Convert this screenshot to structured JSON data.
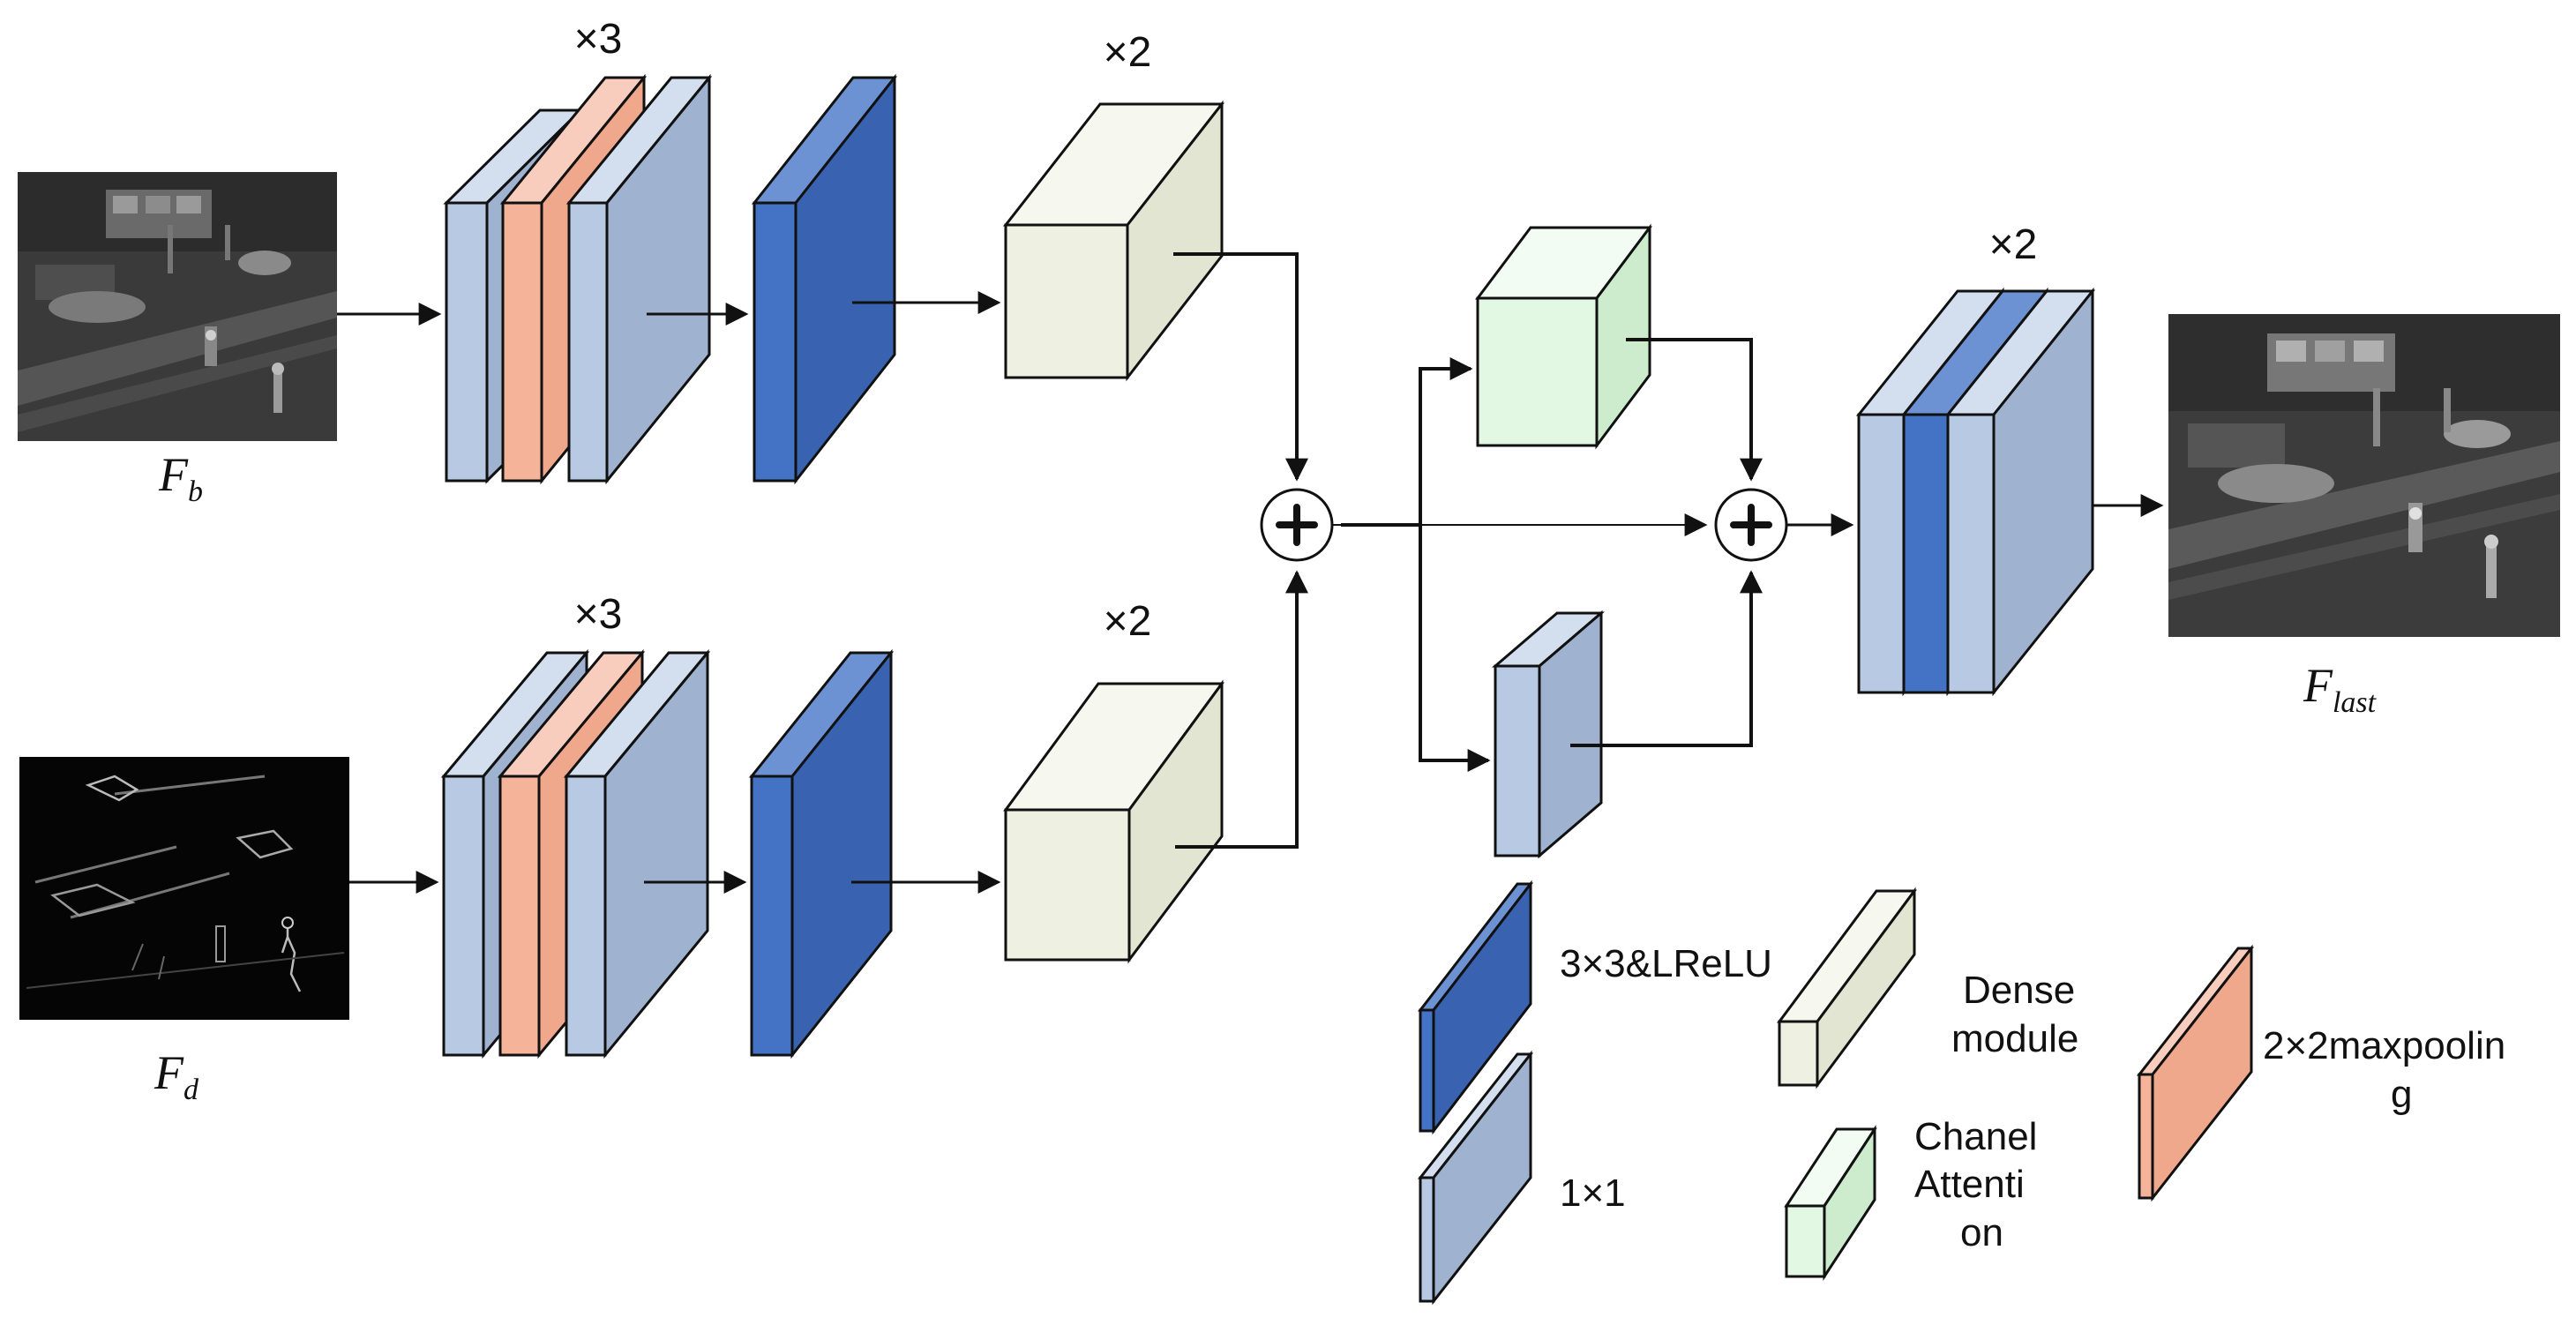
{
  "inputs": {
    "bright_label": "F",
    "bright_sub": "b",
    "detail_label": "F",
    "detail_sub": "d",
    "output_label": "F",
    "output_sub": "last"
  },
  "multipliers": {
    "top_block_stack": "×3",
    "top_dense": "×2",
    "bottom_block_stack": "×3",
    "bottom_dense": "×2",
    "final_stack": "×2"
  },
  "legend": {
    "conv_lrelu": "3×3&LReLU",
    "conv_1x1": "1×1",
    "dense_line1": "Dense",
    "dense_line2": "module",
    "attention_line1": "Chanel",
    "attention_line2": "Attenti",
    "attention_line3": "on",
    "maxpool_line1": "2×2maxpoolin",
    "maxpool_line2": "g"
  },
  "colors": {
    "light_blue": "#b7c9e3",
    "dark_blue": "#4472c4",
    "salmon": "#f5b39a",
    "dense": "#eef0e2",
    "attention": "#e3f8e3",
    "stroke": "#111111"
  }
}
